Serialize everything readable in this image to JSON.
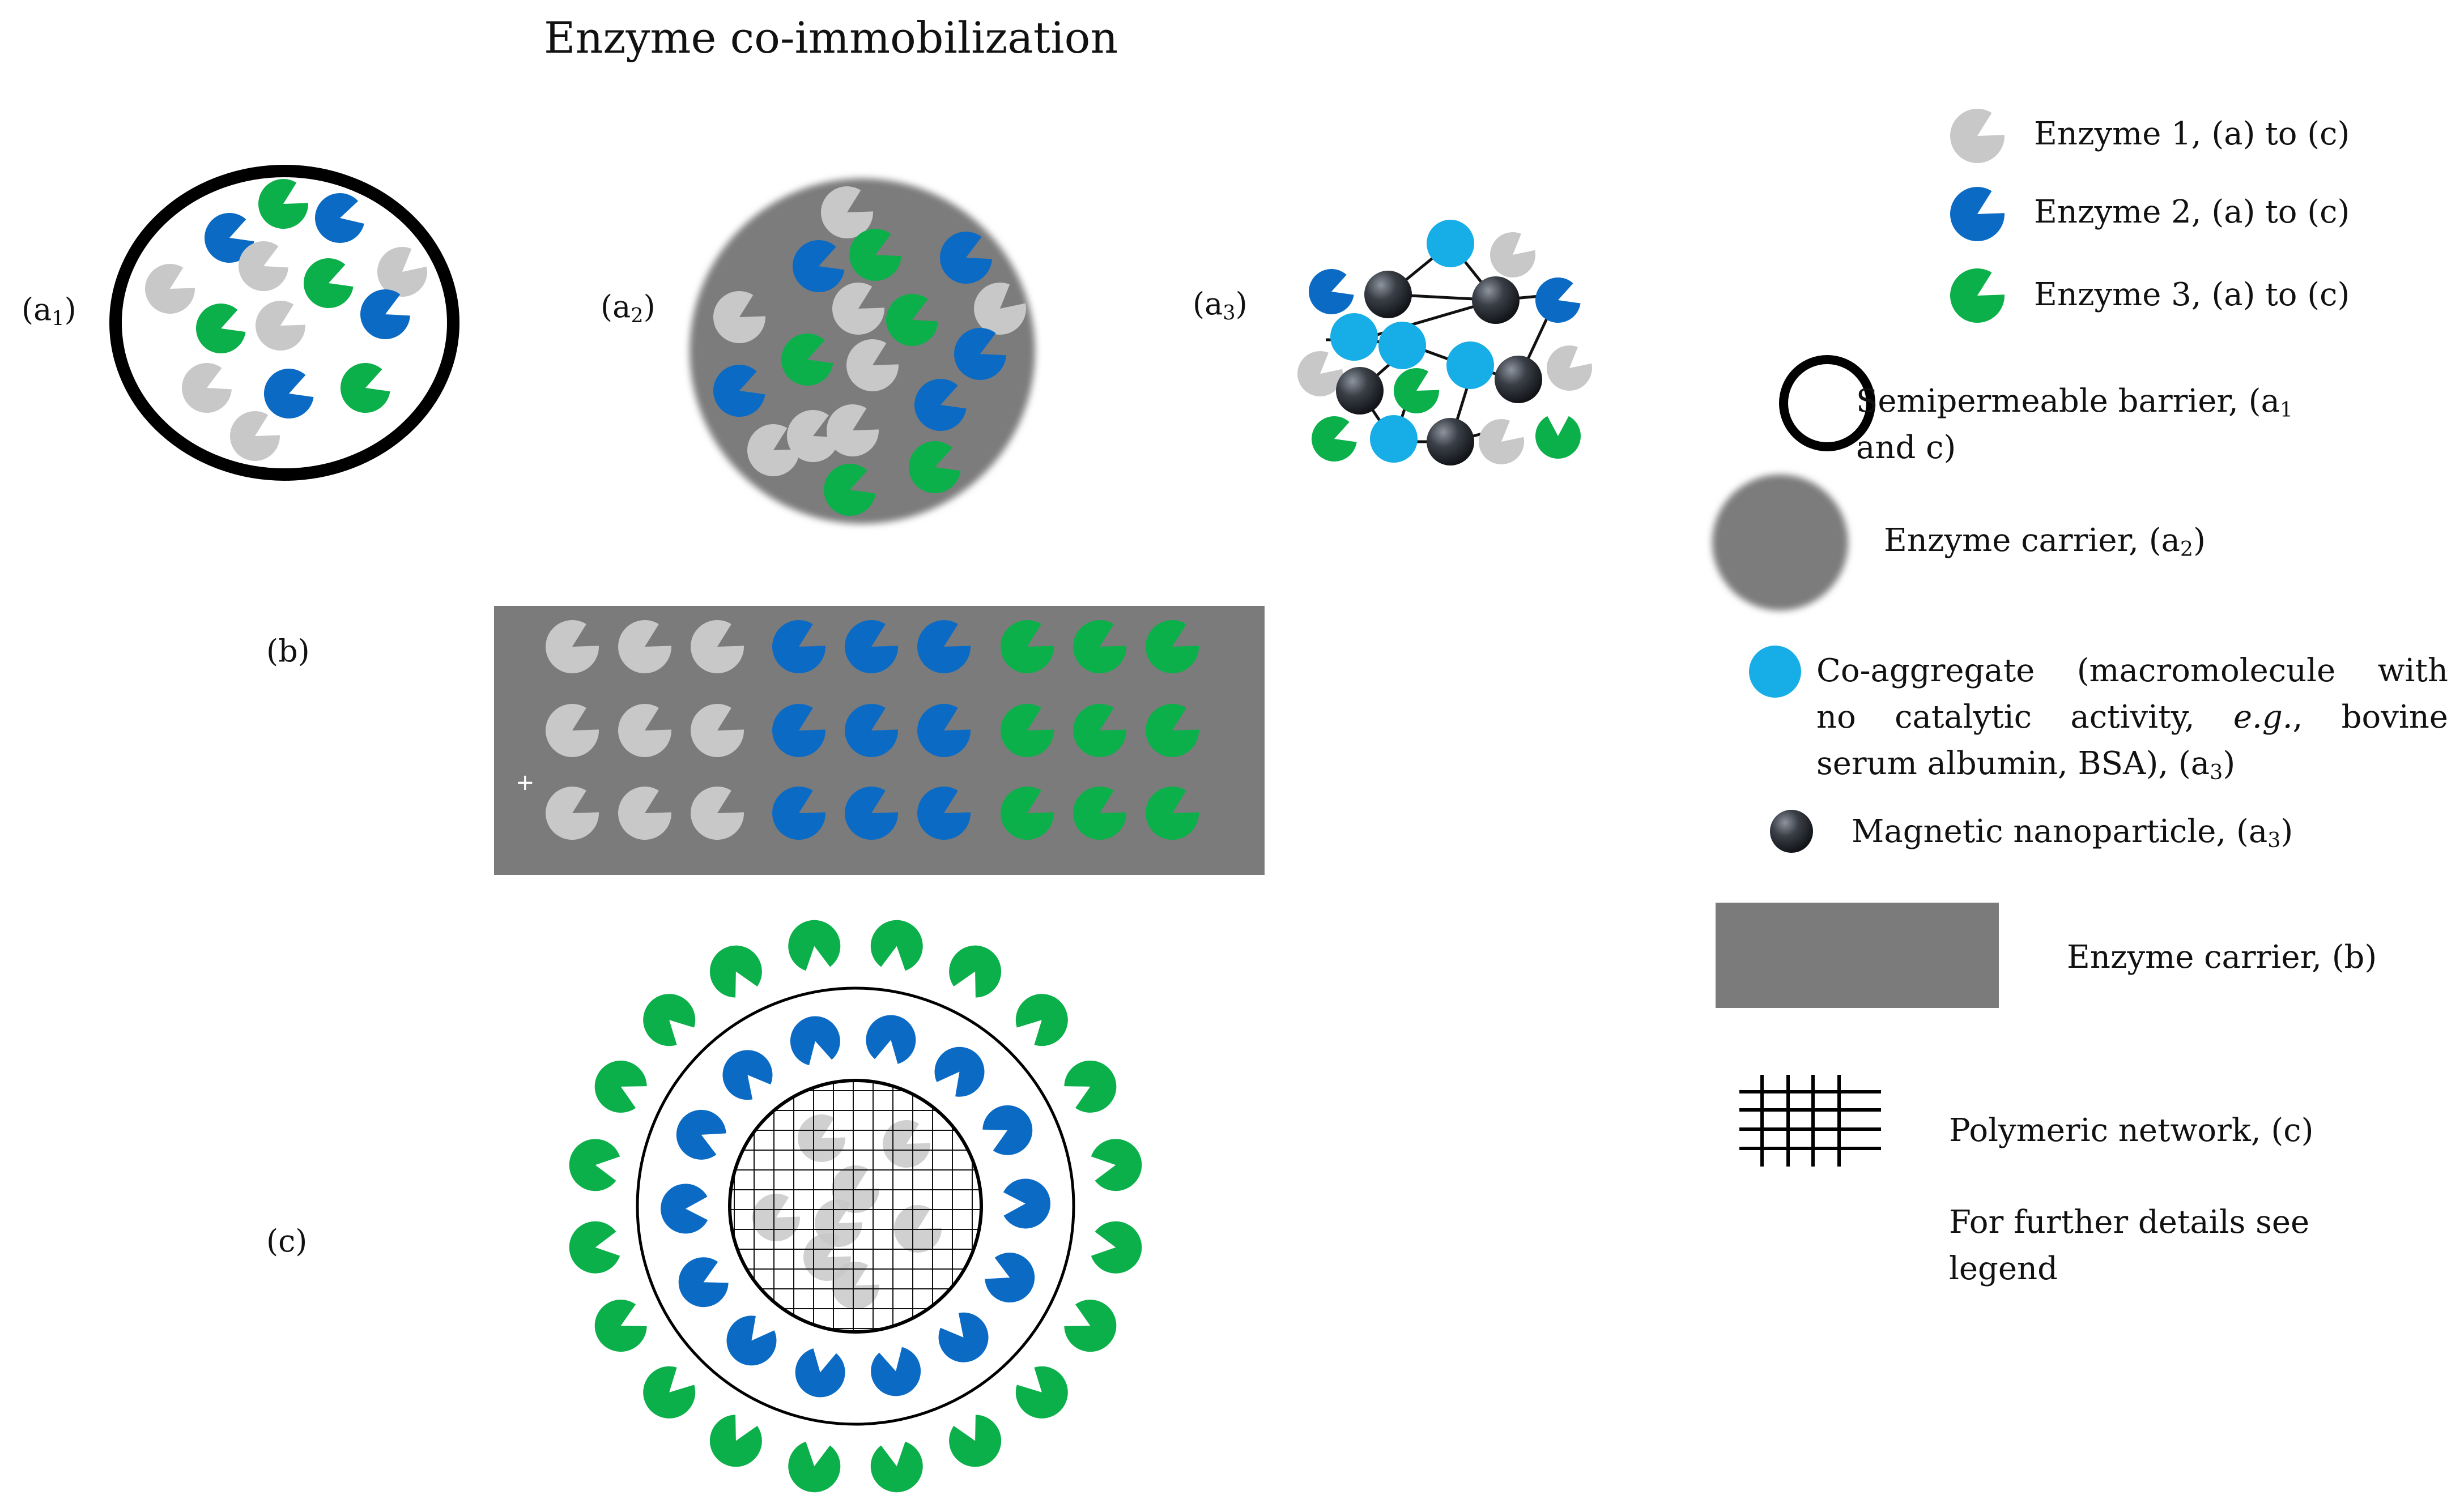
{
  "title": "Enzyme co-immobilization",
  "panels": {
    "a1": "(a1)",
    "a2": "(a2)",
    "a3": "(a3)",
    "b": "(b)",
    "c": "(c)"
  },
  "legend": {
    "enzyme1": "Enzyme 1, (a) to (c)",
    "enzyme2": "Enzyme 2, (a) to (c)",
    "enzyme3": "Enzyme 3, (a) to (c)",
    "barrier_line1": "Semipermeable barrier, (a1",
    "barrier_line2": "and c)",
    "carrier_a2": "Enzyme carrier, (a2)",
    "coaggregate_line1": "Co-aggregate (macromolecule with",
    "coaggregate_line2": "no catalytic activity, e.g., bovine",
    "coaggregate_line3": "serum albumin, BSA), (a3)",
    "nanoparticle": "Magnetic nanoparticle, (a3)",
    "carrier_b": "Enzyme carrier, (b)",
    "network": "Polymeric network, (c)",
    "note_line1": "For further details see",
    "note_line2": "legend"
  },
  "colors": {
    "enzyme1": "#c8c8c8",
    "enzyme2": "#0b6bc4",
    "enzyme3": "#0bb04a",
    "coaggregate": "#17aee8",
    "carrier": "#7b7b7b",
    "nanoparticle": "#2b2f36"
  }
}
